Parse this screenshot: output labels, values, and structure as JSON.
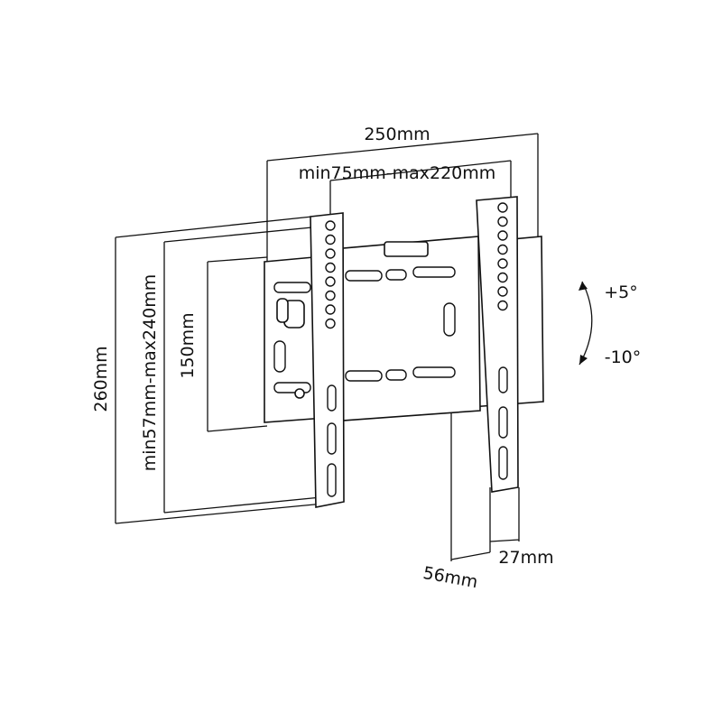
{
  "dimensions": {
    "overall_width": "250mm",
    "vesa_horizontal": "min75mm-max220mm",
    "overall_height": "260mm",
    "vesa_vertical": "min57mm-max240mm",
    "plate_height": "150mm",
    "depth_total": "56mm",
    "depth_rail": "27mm"
  },
  "tilt": {
    "up": "+5°",
    "down": "-10°"
  }
}
